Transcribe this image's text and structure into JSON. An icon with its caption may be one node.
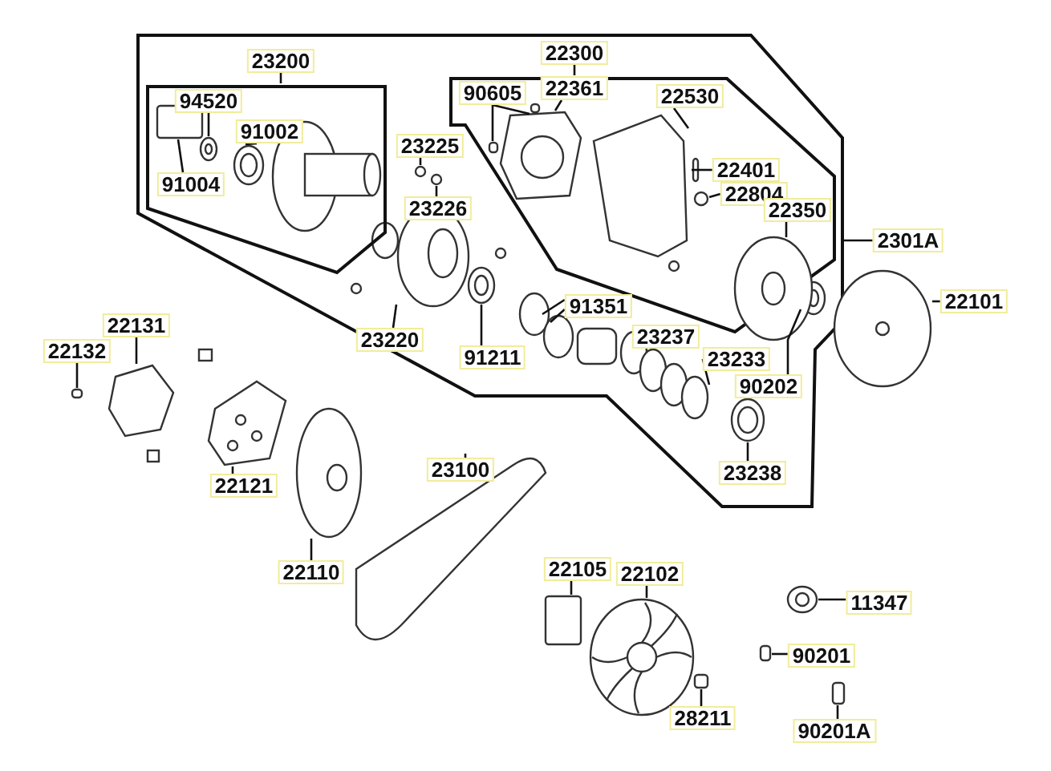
{
  "diagram": {
    "nodes": [
      {
        "text": [],
        "shape": "box"
      },
      {
        "text": [],
        "shape": "box",
        "in": 0
      },
      {
        "text": [
          "94520"
        ],
        "in": 1
      },
      {
        "text": [
          "91002"
        ],
        "in": 1
      },
      {
        "text": [
          "91004"
        ],
        "in": 1
      },
      {
        "text": [],
        "shape": "box",
        "in": 0
      },
      {
        "text": [
          "90605"
        ],
        "in": 5
      },
      {
        "text": [
          "22361"
        ],
        "in": 5
      },
      {
        "text": [
          "22530"
        ],
        "in": 5
      },
      {
        "text": [
          "22401"
        ],
        "in": 5
      },
      {
        "text": [
          "22804"
        ],
        "in": 5
      },
      {
        "text": [
          "22350"
        ],
        "in": 5
      },
      {
        "text": [
          "23225"
        ],
        "in": 0
      },
      {
        "text": [
          "23226"
        ],
        "in": 0
      },
      {
        "text": [
          "23220"
        ],
        "in": 0
      },
      {
        "text": [
          "91211"
        ],
        "in": 0
      },
      {
        "text": [
          "91351"
        ],
        "in": 0
      },
      {
        "text": [
          "23237"
        ],
        "in": 0
      },
      {
        "text": [
          "23233"
        ],
        "in": 0
      },
      {
        "text": [
          "90202"
        ],
        "in": 0
      },
      {
        "text": [
          "23238"
        ],
        "in": 0
      },
      {
        "text": [
          "2301A"
        ]
      },
      {
        "text": [
          "22101"
        ]
      },
      {
        "text": [
          "22131"
        ]
      },
      {
        "text": [
          "22132"
        ]
      },
      {
        "text": [
          "22121"
        ]
      },
      {
        "text": [
          "22110"
        ]
      },
      {
        "text": [
          "23100"
        ]
      },
      {
        "text": [
          "22105"
        ]
      },
      {
        "text": [
          "22102"
        ]
      },
      {
        "text": [
          "11347"
        ]
      },
      {
        "text": [
          "90201"
        ]
      },
      {
        "text": [
          "90201A"
        ]
      },
      {
        "text": [
          "28211"
        ]
      },
      {
        "text": [
          "23200"
        ],
        "in": 0
      },
      {
        "text": [
          "22300"
        ],
        "in": 0
      },
      {
        "text": [],
        "shape": "picture",
        "in": 1
      },
      {
        "text": [],
        "shape": "circle",
        "in": 5
      },
      {
        "text": [],
        "shape": "picture",
        "in": 0
      },
      {
        "text": [],
        "shape": "box"
      },
      {
        "text": [],
        "shape": "circle",
        "in": 0
      },
      {
        "text": [],
        "shape": "circle"
      },
      {
        "text": [],
        "shape": "picture",
        "in": 1
      },
      {
        "text": [],
        "shape": "box",
        "in": 1
      },
      {
        "text": [],
        "shape": "box",
        "in": 5
      },
      {
        "text": [],
        "shape": "box",
        "in": 5
      },
      {
        "text": [],
        "shape": "picture",
        "in": 5
      },
      {
        "text": [],
        "shape": "picture",
        "in": 5
      },
      {
        "text": [],
        "shape": "box",
        "in": 5
      },
      {
        "text": [],
        "shape": "picture",
        "in": 0
      },
      {
        "text": [],
        "shape": "circle",
        "in": 0
      },
      {
        "text": [],
        "shape": "circle",
        "in": 0
      },
      {
        "text": [],
        "shape": "picture",
        "in": 0
      },
      {
        "text": [],
        "shape": "circle",
        "in": 0
      },
      {
        "text": [],
        "shape": "circle",
        "in": 0
      },
      {
        "text": [],
        "shape": "circle",
        "in": 0
      },
      {
        "text": [],
        "shape": "circle",
        "in": 0
      },
      {
        "text": [],
        "shape": "picture"
      },
      {
        "text": [],
        "shape": "picture"
      },
      {
        "text": [],
        "shape": "box"
      },
      {
        "text": [],
        "shape": "picture"
      },
      {
        "text": [],
        "shape": "picture"
      },
      {
        "text": [],
        "shape": "picture"
      },
      {
        "text": [],
        "shape": "box"
      },
      {
        "text": [],
        "shape": "picture"
      },
      {
        "text": [],
        "shape": "box"
      },
      {
        "text": [],
        "shape": "box"
      }
    ],
    "edges": [
      {
        "from": 2,
        "to": 36,
        "arrow": "none"
      },
      {
        "from": 3,
        "to": 42,
        "arrow": "none"
      },
      {
        "from": 4,
        "to": 43,
        "arrow": "none"
      },
      {
        "from": 6,
        "to": 44,
        "arrow": "none"
      },
      {
        "from": 6,
        "to": 45,
        "arrow": "none"
      },
      {
        "from": 7,
        "to": 46,
        "arrow": "none"
      },
      {
        "from": 8,
        "to": 47,
        "arrow": "none"
      },
      {
        "from": 9,
        "to": 48,
        "arrow": "none"
      },
      {
        "from": 10,
        "to": 37,
        "arrow": "none"
      },
      {
        "from": 11,
        "to": 49,
        "arrow": "none"
      },
      {
        "from": 12,
        "to": 50,
        "arrow": "none"
      },
      {
        "from": 13,
        "to": 51,
        "arrow": "none"
      },
      {
        "from": 14,
        "to": 52,
        "arrow": "none"
      },
      {
        "from": 15,
        "to": 53,
        "arrow": "none"
      },
      {
        "from": 16,
        "to": 54,
        "arrow": "none"
      },
      {
        "from": 16,
        "to": 55,
        "arrow": "none"
      },
      {
        "from": 18,
        "to": 38,
        "arrow": "none"
      },
      {
        "from": 19,
        "to": 40,
        "arrow": "none"
      },
      {
        "from": 20,
        "to": 56,
        "arrow": "none"
      },
      {
        "from": 21,
        "to": 0,
        "arrow": "none"
      },
      {
        "from": 22,
        "to": 57,
        "arrow": "none"
      },
      {
        "from": 23,
        "to": 58,
        "arrow": "none"
      },
      {
        "from": 24,
        "to": 59,
        "arrow": "none"
      },
      {
        "from": 25,
        "to": 60,
        "arrow": "none"
      },
      {
        "from": 26,
        "to": 61,
        "arrow": "none"
      },
      {
        "from": 27,
        "to": 62,
        "arrow": "none"
      },
      {
        "from": 28,
        "to": 63,
        "arrow": "none"
      },
      {
        "from": 29,
        "to": 64,
        "arrow": "none"
      },
      {
        "from": 30,
        "to": 41,
        "arrow": "none"
      },
      {
        "from": 31,
        "to": 65,
        "arrow": "none"
      },
      {
        "from": 32,
        "to": 39,
        "arrow": "none"
      },
      {
        "from": 33,
        "to": 66,
        "arrow": "none"
      },
      {
        "from": 34,
        "to": 1,
        "arrow": "none"
      },
      {
        "from": 35,
        "to": 5,
        "arrow": "none"
      }
    ]
  }
}
